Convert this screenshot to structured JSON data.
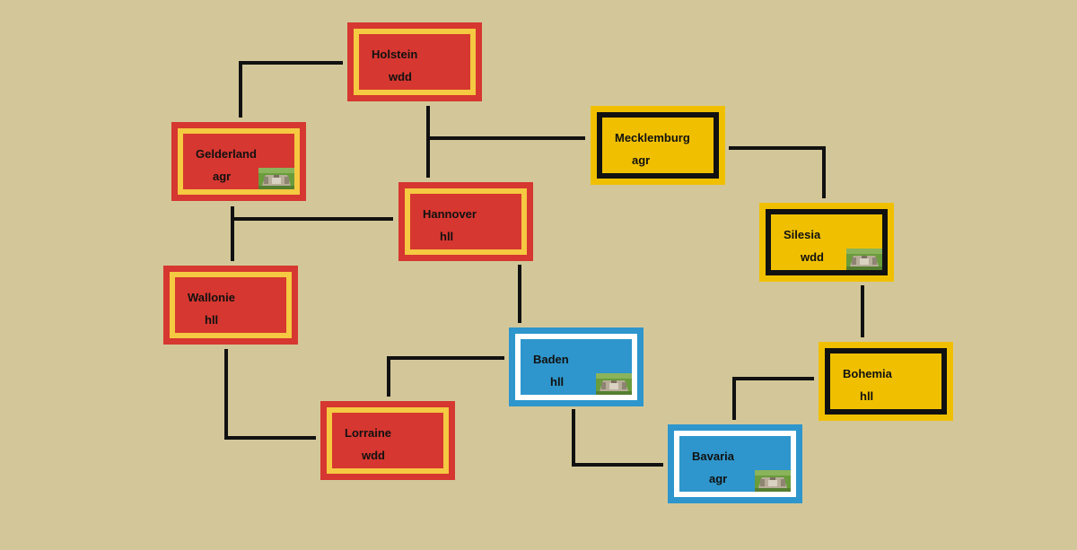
{
  "colors": {
    "background": "#d3c799",
    "red_faction": "#d63730",
    "red_ring": "#f5c941",
    "yellow_faction": "#f0c000",
    "yellow_ring": "#111111",
    "blue_faction": "#2e96cc",
    "blue_ring": "#ffffff",
    "connection": "#111111"
  },
  "provinces": {
    "holstein": {
      "name": "Holstein",
      "resource": "wdd",
      "faction": "red",
      "fort": false
    },
    "gelderland": {
      "name": "Gelderland",
      "resource": "agr",
      "faction": "red",
      "fort": true
    },
    "hannover": {
      "name": "Hannover",
      "resource": "hll",
      "faction": "red",
      "fort": false
    },
    "wallonie": {
      "name": "Wallonie",
      "resource": "hll",
      "faction": "red",
      "fort": false
    },
    "lorraine": {
      "name": "Lorraine",
      "resource": "wdd",
      "faction": "red",
      "fort": false
    },
    "mecklemburg": {
      "name": "Mecklemburg",
      "resource": "agr",
      "faction": "yellow",
      "fort": false
    },
    "silesia": {
      "name": "Silesia",
      "resource": "wdd",
      "faction": "yellow",
      "fort": true
    },
    "bohemia": {
      "name": "Bohemia",
      "resource": "hll",
      "faction": "yellow",
      "fort": false
    },
    "baden": {
      "name": "Baden",
      "resource": "hll",
      "faction": "blue",
      "fort": true
    },
    "bavaria": {
      "name": "Bavaria",
      "resource": "agr",
      "faction": "blue",
      "fort": true
    }
  },
  "connections": [
    [
      "holstein",
      "gelderland"
    ],
    [
      "holstein",
      "hannover"
    ],
    [
      "hannover",
      "mecklemburg"
    ],
    [
      "gelderland",
      "wallonie"
    ],
    [
      "gelderland",
      "hannover"
    ],
    [
      "mecklemburg",
      "silesia"
    ],
    [
      "silesia",
      "bohemia"
    ],
    [
      "hannover",
      "baden"
    ],
    [
      "baden",
      "lorraine"
    ],
    [
      "wallonie",
      "lorraine"
    ],
    [
      "baden",
      "bavaria"
    ],
    [
      "bohemia",
      "bavaria"
    ]
  ]
}
